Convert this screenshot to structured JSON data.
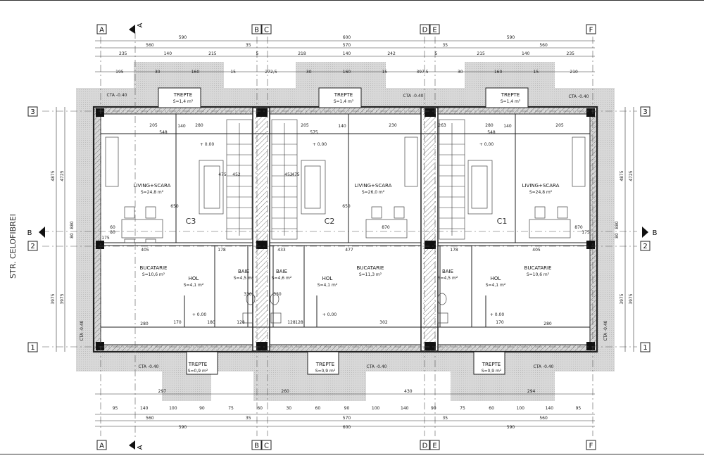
{
  "street": "STR. CELOFIBREI",
  "axes": {
    "columns": [
      "A",
      "B",
      "C",
      "D",
      "E",
      "F"
    ],
    "rows": [
      "3",
      "2",
      "1"
    ]
  },
  "section_marks": {
    "vertical": "A",
    "horizontal": "B"
  },
  "units": [
    "C3",
    "C2",
    "C1"
  ],
  "levels": {
    "cta": "CTA -0.40",
    "floor": "+ 0.00"
  },
  "rooms": {
    "living_scara": "LIVING+SCARA",
    "bucatarie": "BUCATARIE",
    "hol": "HOL",
    "baie": "BAIE",
    "trepte": "TREPTE"
  },
  "areas": {
    "living_c3": "S=24,8 m²",
    "living_c2": "S=26,0 m²",
    "living_c1": "S=24,8 m²",
    "buc_c3": "S=10,6 m²",
    "buc_c2": "S=11,3 m²",
    "buc_c1": "S=10,6 m²",
    "hol_c3": "S=4,1 m²",
    "hol_c2": "S=4,1 m²",
    "hol_c1": "S=4,1 m²",
    "baie_c3": "S=4,5 m²",
    "baie_c2": "S=4,6 m²",
    "baie_c1": "S=4,5 m²",
    "trepte_top": "S=1,4 m²",
    "trepte_bot": "S=0,9 m²"
  },
  "dims": {
    "top_r1": [
      "590",
      "600",
      "590"
    ],
    "top_r2": [
      "560",
      "35",
      "570",
      "35",
      "560"
    ],
    "top_r3": [
      "235",
      "140",
      "215",
      "5",
      "218",
      "140",
      "242",
      "5",
      "215",
      "140",
      "235"
    ],
    "top_r4": [
      "195",
      "30",
      "160",
      "15",
      "272,5",
      "30",
      "160",
      "15",
      "397,5",
      "30",
      "160",
      "15",
      "210"
    ],
    "bot_r1": [
      "297",
      "260",
      "430",
      "294"
    ],
    "bot_r2": [
      "95",
      "140",
      "100",
      "90",
      "75",
      "60",
      "30",
      "60",
      "90",
      "100",
      "140",
      "90",
      "75",
      "60",
      "100",
      "140",
      "95"
    ],
    "bot_r3": [
      "560",
      "35",
      "570",
      "35",
      "560"
    ],
    "bot_r4": [
      "590",
      "600",
      "590"
    ],
    "side": [
      "4875",
      "4725",
      "880",
      "3975",
      "3975",
      "80"
    ],
    "inner": [
      "205",
      "280",
      "205",
      "575",
      "230",
      "263",
      "280",
      "205",
      "548",
      "548",
      "140",
      "140",
      "140",
      "405",
      "433",
      "477",
      "405",
      "178",
      "178",
      "128",
      "128",
      "170",
      "170",
      "180",
      "128",
      "302",
      "280",
      "280",
      "650",
      "650",
      "870",
      "870",
      "475",
      "475",
      "452",
      "452",
      "330",
      "330",
      "60",
      "80",
      "175",
      "175"
    ]
  }
}
